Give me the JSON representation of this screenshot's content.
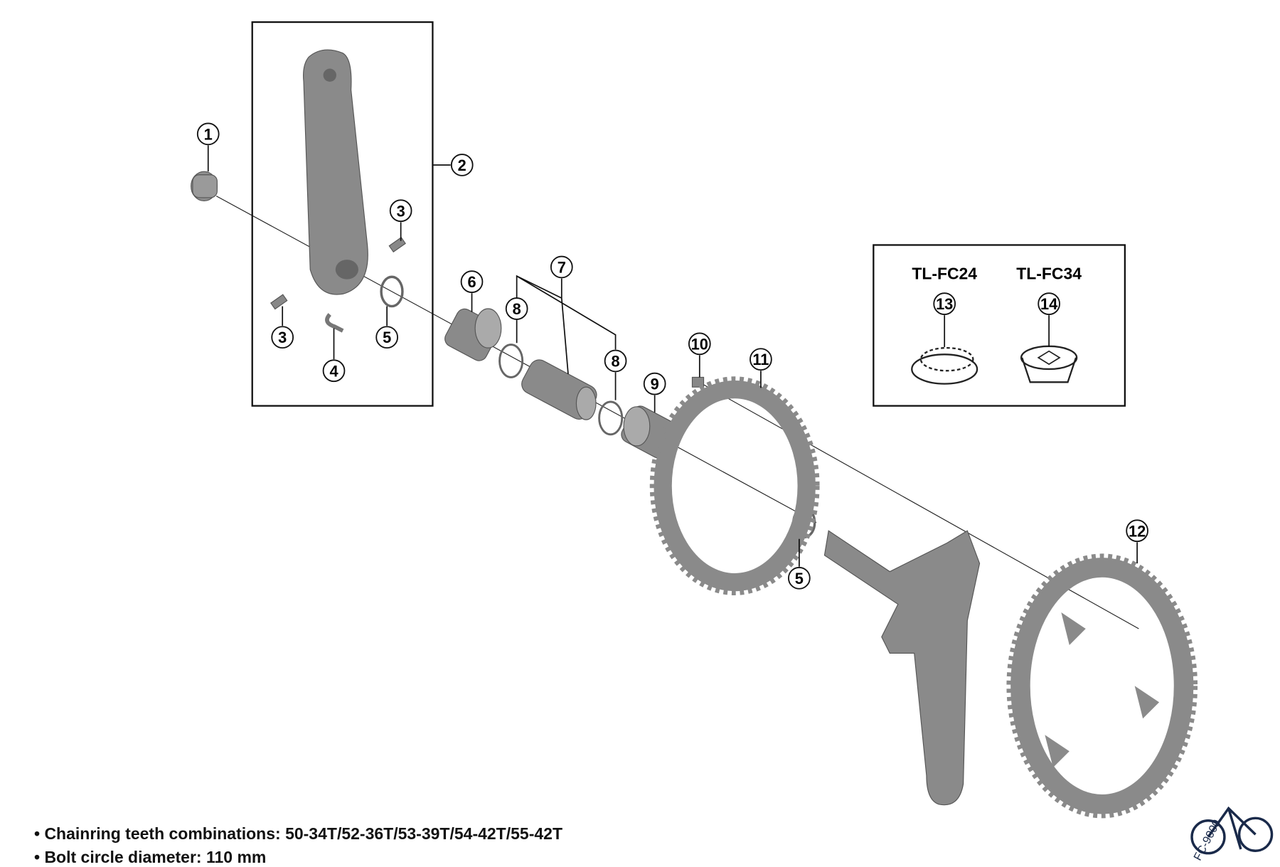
{
  "callouts": [
    {
      "id": "1",
      "label": "1"
    },
    {
      "id": "2",
      "label": "2"
    },
    {
      "id": "3a",
      "label": "3"
    },
    {
      "id": "3b",
      "label": "3"
    },
    {
      "id": "4",
      "label": "4"
    },
    {
      "id": "5a",
      "label": "5"
    },
    {
      "id": "5b",
      "label": "5"
    },
    {
      "id": "6",
      "label": "6"
    },
    {
      "id": "7",
      "label": "7"
    },
    {
      "id": "8a",
      "label": "8"
    },
    {
      "id": "8b",
      "label": "8"
    },
    {
      "id": "9",
      "label": "9"
    },
    {
      "id": "10",
      "label": "10"
    },
    {
      "id": "11",
      "label": "11"
    },
    {
      "id": "12",
      "label": "12"
    },
    {
      "id": "13",
      "label": "13"
    },
    {
      "id": "14",
      "label": "14"
    }
  ],
  "tools": {
    "tool_13": "TL-FC24",
    "tool_14": "TL-FC34"
  },
  "notes": [
    "• Chainring teeth combinations: 50-34T/52-36T/53-39T/54-42T/55-42T",
    "• Bolt circle diameter: 110 mm"
  ],
  "logo_text": "FC-9000",
  "colors": {
    "part": "#8e8e8e",
    "part_dark": "#6e6e6e",
    "line": "#111111"
  }
}
